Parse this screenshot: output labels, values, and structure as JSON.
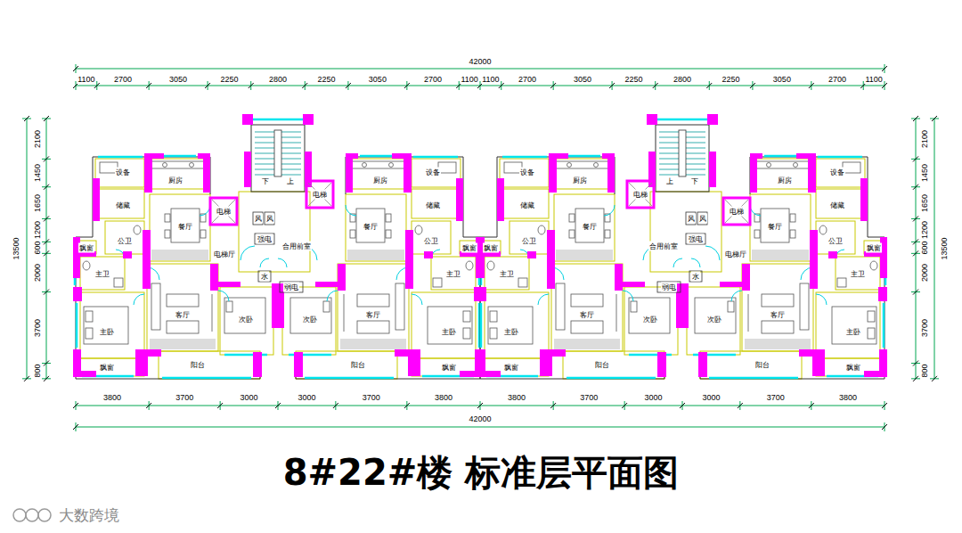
{
  "diagram": {
    "title": "8#22#楼 标准层平面图",
    "labels": [
      "42000",
      "1100",
      "2700",
      "3050",
      "2250",
      "2800",
      "2250",
      "3050",
      "2700",
      "1100",
      "1100",
      "2700",
      "3050",
      "2250",
      "2800",
      "2250",
      "3050",
      "2700",
      "1100",
      "2100",
      "1450",
      "1650",
      "1200",
      "600",
      "2000",
      "3700",
      "800",
      "13500",
      "2100",
      "1450",
      "1650",
      "1200",
      "600",
      "2000",
      "3700",
      "800",
      "13500",
      "3800",
      "3700",
      "3000",
      "3000",
      "3700",
      "3800",
      "3800",
      "3700",
      "3000",
      "3000",
      "3700",
      "3800",
      "42000",
      "设备",
      "厨房",
      "储藏",
      "餐厅",
      "公卫",
      "飘窗",
      "主卫",
      "客厅",
      "主卧",
      "次卧",
      "阳台",
      "飘窗",
      "电梯",
      "电梯",
      "下",
      "上",
      "风",
      "风",
      "强电",
      "合用前室",
      "电梯厅",
      "水",
      "弱电",
      "设备",
      "厨房",
      "储藏",
      "餐厅",
      "公卫",
      "飘窗",
      "主卫",
      "客厅",
      "主卧",
      "次卧",
      "阳台",
      "飘窗",
      "设备",
      "厨房",
      "储藏",
      "餐厅",
      "公卫",
      "飘窗",
      "主卫",
      "客厅",
      "主卧",
      "次卧",
      "阳台",
      "飘窗",
      "电梯",
      "电梯",
      "下",
      "上",
      "风",
      "风",
      "强电",
      "合用前室",
      "电梯厅",
      "水",
      "弱电",
      "设备",
      "厨房",
      "储藏",
      "餐厅",
      "公卫",
      "飘窗",
      "主卫",
      "客厅",
      "主卧",
      "次卧",
      "阳台",
      "飘窗",
      "大数跨境"
    ]
  }
}
